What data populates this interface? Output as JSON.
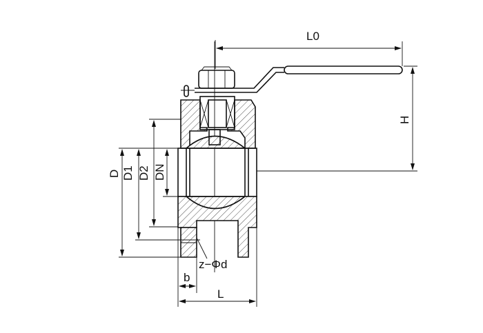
{
  "title": "Flanged ball valve dimension drawing",
  "labels": {
    "L0": "L0",
    "H": "H",
    "D": "D",
    "D1": "D1",
    "D2": "D2",
    "DN": "DN",
    "bolt_holes": "z−Φd",
    "b": "b",
    "L": "L"
  }
}
